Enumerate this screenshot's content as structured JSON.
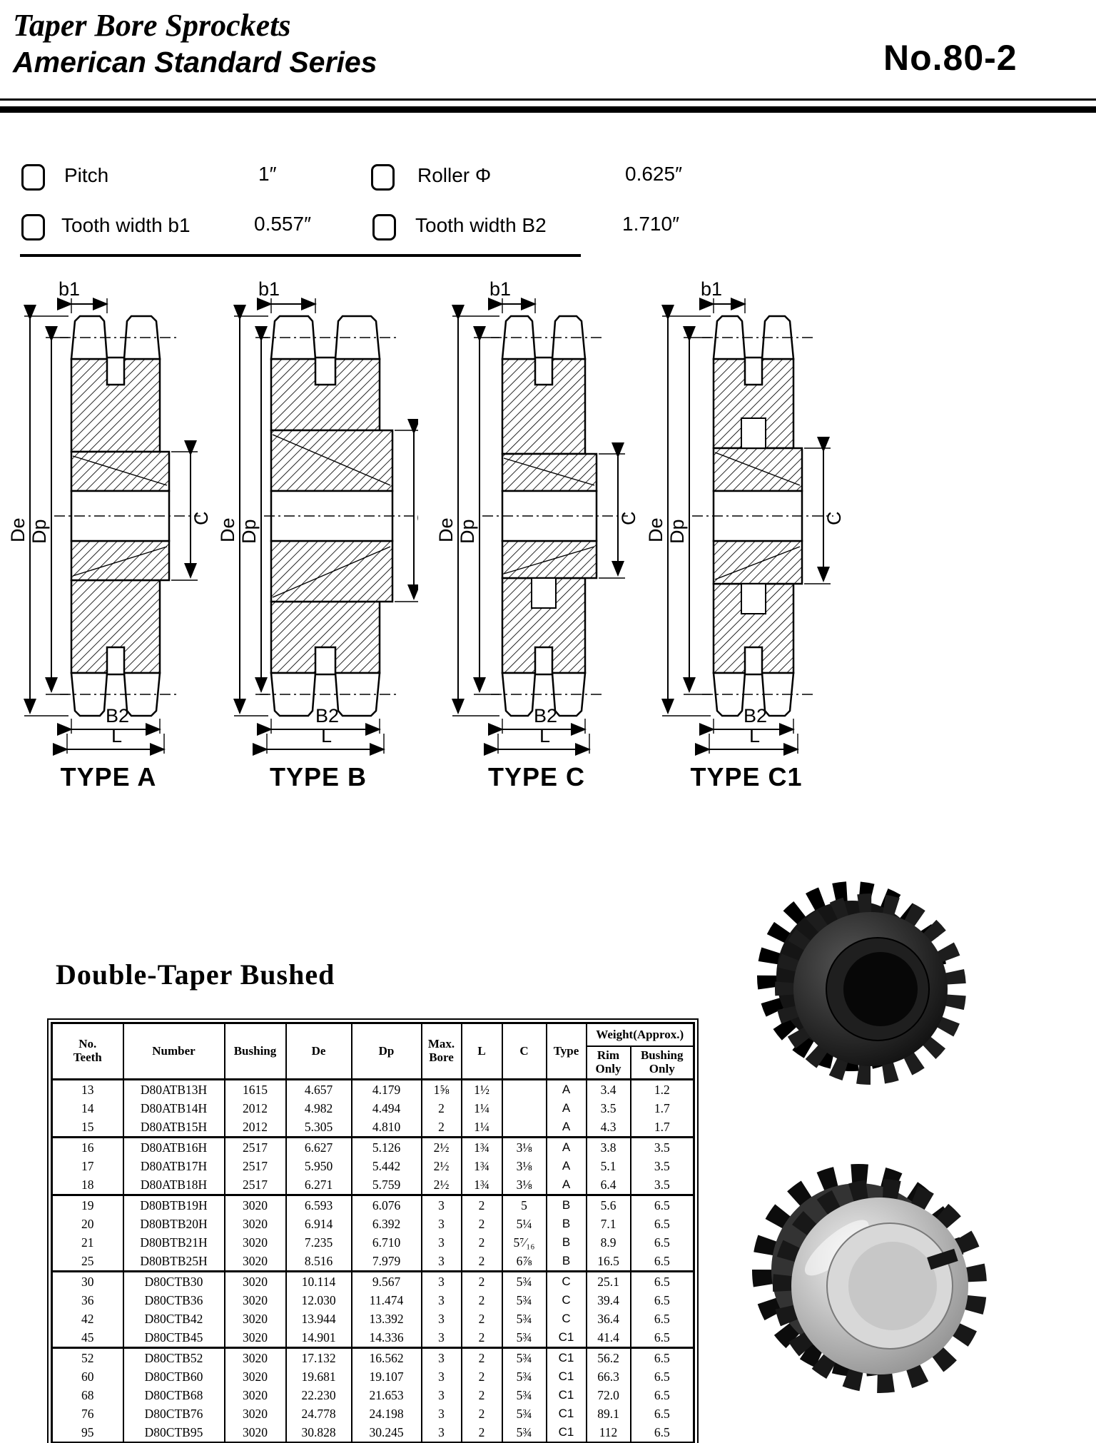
{
  "header": {
    "title_line1": "Taper Bore Sprockets",
    "title_line2": "American Standard Series",
    "page_number": "No.80-2"
  },
  "specs": [
    {
      "label": "Pitch",
      "value": "1″"
    },
    {
      "label": "Roller Φ",
      "value": "0.625″"
    },
    {
      "label": "Tooth width b1",
      "value": "0.557″"
    },
    {
      "label": "Tooth width B2",
      "value": "1.710″"
    }
  ],
  "diagram_labels": {
    "b1": "b1",
    "de": "De",
    "dp": "Dp",
    "c": "C",
    "b2": "B2",
    "l": "L"
  },
  "diagrams": [
    {
      "type_label": "TYPE A"
    },
    {
      "type_label": "TYPE B"
    },
    {
      "type_label": "TYPE C"
    },
    {
      "type_label": "TYPE C1"
    }
  ],
  "section_title": "Double-Taper  Bushed",
  "table": {
    "headers": {
      "no_teeth": "No.\nTeeth",
      "number": "Number",
      "bushing": "Bushing",
      "de": "De",
      "dp": "Dp",
      "max_bore": "Max.\nBore",
      "l": "L",
      "c": "C",
      "type": "Type",
      "weight_group": "Weight(Approx.)",
      "rim_only": "Rim\nOnly",
      "bushing_only": "Bushing\nOnly"
    },
    "rows": [
      [
        "13",
        "D80ATB13H",
        "1615",
        "4.657",
        "4.179",
        "1⅝",
        "1½",
        "",
        "A",
        "3.4",
        "1.2"
      ],
      [
        "14",
        "D80ATB14H",
        "2012",
        "4.982",
        "4.494",
        "2",
        "1¼",
        "",
        "A",
        "3.5",
        "1.7"
      ],
      [
        "15",
        "D80ATB15H",
        "2012",
        "5.305",
        "4.810",
        "2",
        "1¼",
        "",
        "A",
        "4.3",
        "1.7"
      ],
      [
        "16",
        "D80ATB16H",
        "2517",
        "6.627",
        "5.126",
        "2½",
        "1¾",
        "3⅛",
        "A",
        "3.8",
        "3.5"
      ],
      [
        "17",
        "D80ATB17H",
        "2517",
        "5.950",
        "5.442",
        "2½",
        "1¾",
        "3⅛",
        "A",
        "5.1",
        "3.5"
      ],
      [
        "18",
        "D80ATB18H",
        "2517",
        "6.271",
        "5.759",
        "2½",
        "1¾",
        "3⅛",
        "A",
        "6.4",
        "3.5"
      ],
      [
        "19",
        "D80BTB19H",
        "3020",
        "6.593",
        "6.076",
        "3",
        "2",
        "5",
        "B",
        "5.6",
        "6.5"
      ],
      [
        "20",
        "D80BTB20H",
        "3020",
        "6.914",
        "6.392",
        "3",
        "2",
        "5¼",
        "B",
        "7.1",
        "6.5"
      ],
      [
        "21",
        "D80BTB21H",
        "3020",
        "7.235",
        "6.710",
        "3",
        "2",
        "5⁷⁄₁₆",
        "B",
        "8.9",
        "6.5"
      ],
      [
        "25",
        "D80BTB25H",
        "3020",
        "8.516",
        "7.979",
        "3",
        "2",
        "6⅞",
        "B",
        "16.5",
        "6.5"
      ],
      [
        "30",
        "D80CTB30",
        "3020",
        "10.114",
        "9.567",
        "3",
        "2",
        "5¾",
        "C",
        "25.1",
        "6.5"
      ],
      [
        "36",
        "D80CTB36",
        "3020",
        "12.030",
        "11.474",
        "3",
        "2",
        "5¾",
        "C",
        "39.4",
        "6.5"
      ],
      [
        "42",
        "D80CTB42",
        "3020",
        "13.944",
        "13.392",
        "3",
        "2",
        "5¾",
        "C",
        "36.4",
        "6.5"
      ],
      [
        "45",
        "D80CTB45",
        "3020",
        "14.901",
        "14.336",
        "3",
        "2",
        "5¾",
        "C1",
        "41.4",
        "6.5"
      ],
      [
        "52",
        "D80CTB52",
        "3020",
        "17.132",
        "16.562",
        "3",
        "2",
        "5¾",
        "C1",
        "56.2",
        "6.5"
      ],
      [
        "60",
        "D80CTB60",
        "3020",
        "19.681",
        "19.107",
        "3",
        "2",
        "5¾",
        "C1",
        "66.3",
        "6.5"
      ],
      [
        "68",
        "D80CTB68",
        "3020",
        "22.230",
        "21.653",
        "3",
        "2",
        "5¾",
        "C1",
        "72.0",
        "6.5"
      ],
      [
        "76",
        "D80CTB76",
        "3020",
        "24.778",
        "24.198",
        "3",
        "2",
        "5¾",
        "C1",
        "89.1",
        "6.5"
      ],
      [
        "95",
        "D80CTB95",
        "3020",
        "30.828",
        "30.245",
        "3",
        "2",
        "5¾",
        "C1",
        "112",
        "6.5"
      ]
    ],
    "group_breaks_after": [
      2,
      5,
      9,
      13
    ],
    "column_keys": [
      "no_teeth",
      "number",
      "bushing",
      "de",
      "dp",
      "max_bore",
      "l",
      "c",
      "type",
      "rim_only",
      "bushing_only"
    ]
  },
  "photos": [
    {
      "id": "sprocket-photo-dark"
    },
    {
      "id": "sprocket-photo-light"
    }
  ]
}
